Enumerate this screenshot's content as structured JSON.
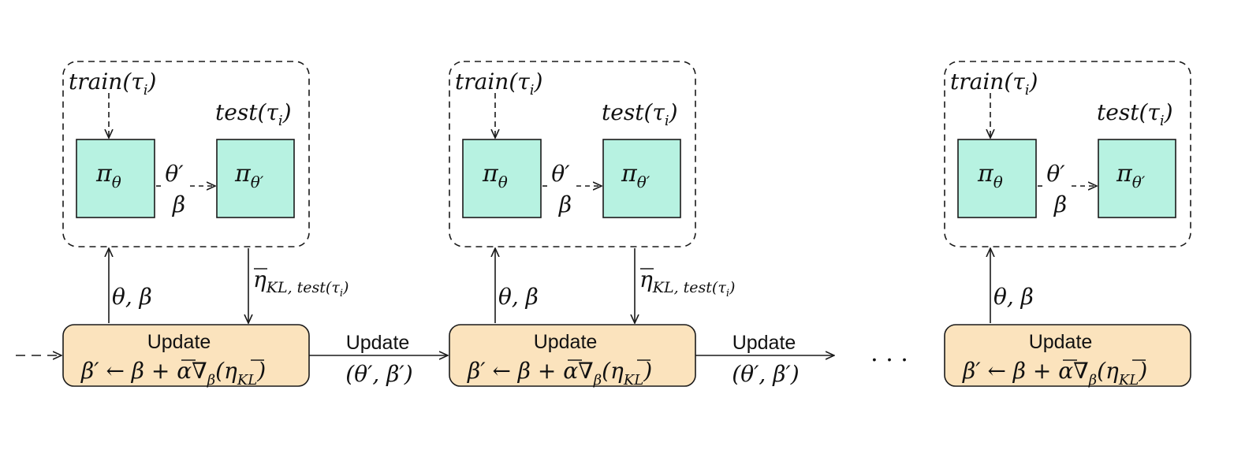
{
  "colors": {
    "policy_fill": "#b7f2e1",
    "update_fill": "#fbe3bd",
    "stroke": "#1a1a1a"
  },
  "modules": [
    {
      "train_label": "train(τ",
      "train_sub": "i",
      "test_label": "test(τ",
      "test_sub": "i",
      "pi_left": "π",
      "pi_left_sub": "θ",
      "pi_right": "π",
      "pi_right_sub": "θ′",
      "edge_top": "θ′",
      "edge_bottom": "β",
      "up_label": "θ, β",
      "down_main": "η",
      "down_sub": "KL, test(τ",
      "down_sub_i": "i",
      "update_title": "Update",
      "update_formula": "β′ ← β + α∇",
      "update_formula_sub": "β",
      "update_formula_tail": "(η",
      "update_formula_tail_sub": "KL",
      "update_formula_close": ")"
    },
    {
      "train_label": "train(τ",
      "train_sub": "i",
      "test_label": "test(τ",
      "test_sub": "i",
      "pi_left": "π",
      "pi_left_sub": "θ",
      "pi_right": "π",
      "pi_right_sub": "θ′",
      "edge_top": "θ′",
      "edge_bottom": "β",
      "up_label": "θ, β",
      "down_main": "η",
      "down_sub": "KL, test(τ",
      "down_sub_i": "i",
      "update_title": "Update",
      "update_formula": "β′ ← β + α∇",
      "update_formula_sub": "β",
      "update_formula_tail": "(η",
      "update_formula_tail_sub": "KL",
      "update_formula_close": ")"
    },
    {
      "train_label": "train(τ",
      "train_sub": "i",
      "test_label": "test(τ",
      "test_sub": "i",
      "pi_left": "π",
      "pi_left_sub": "θ",
      "pi_right": "π",
      "pi_right_sub": "θ′",
      "edge_top": "θ′",
      "edge_bottom": "β",
      "up_label": "θ, β",
      "update_title": "Update",
      "update_formula": "β′ ← β + α∇",
      "update_formula_sub": "β",
      "update_formula_tail": "(η",
      "update_formula_tail_sub": "KL",
      "update_formula_close": ")"
    }
  ],
  "transitions": [
    {
      "title": "Update",
      "params": "(θ′, β′)"
    },
    {
      "title": "Update",
      "params": "(θ′, β′)"
    }
  ],
  "ellipsis": ". . ."
}
